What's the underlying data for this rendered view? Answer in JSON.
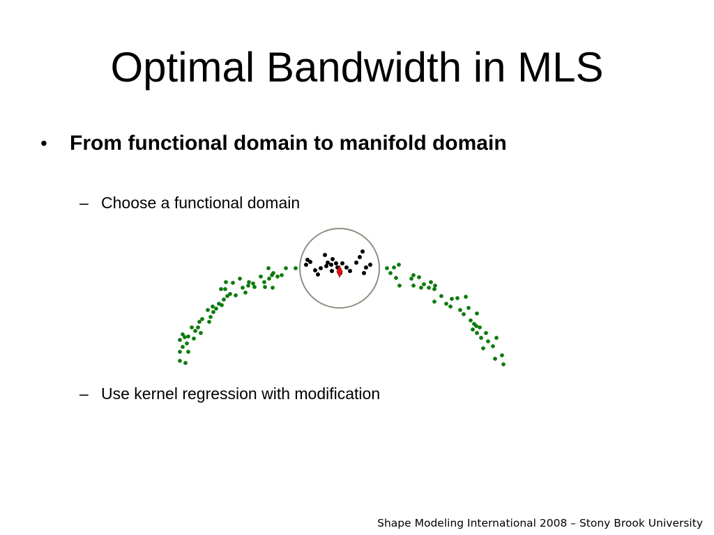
{
  "slide": {
    "title": "Optimal Bandwidth in MLS",
    "bullet": "From functional domain to manifold domain",
    "bullet_mark": "•",
    "sub_dash": "–",
    "sub_items": [
      "Choose a functional domain",
      "Use kernel regression with modification"
    ],
    "footer": "Shape Modeling International 2008 – Stony Brook University"
  },
  "figure": {
    "colors": {
      "outside_points": "#0d7a0d",
      "inside_points": "#000000",
      "circle_stroke": "#8a9080",
      "query_point": "#dd1111"
    },
    "icons": {
      "query_point": "red-diamond-marker"
    }
  }
}
